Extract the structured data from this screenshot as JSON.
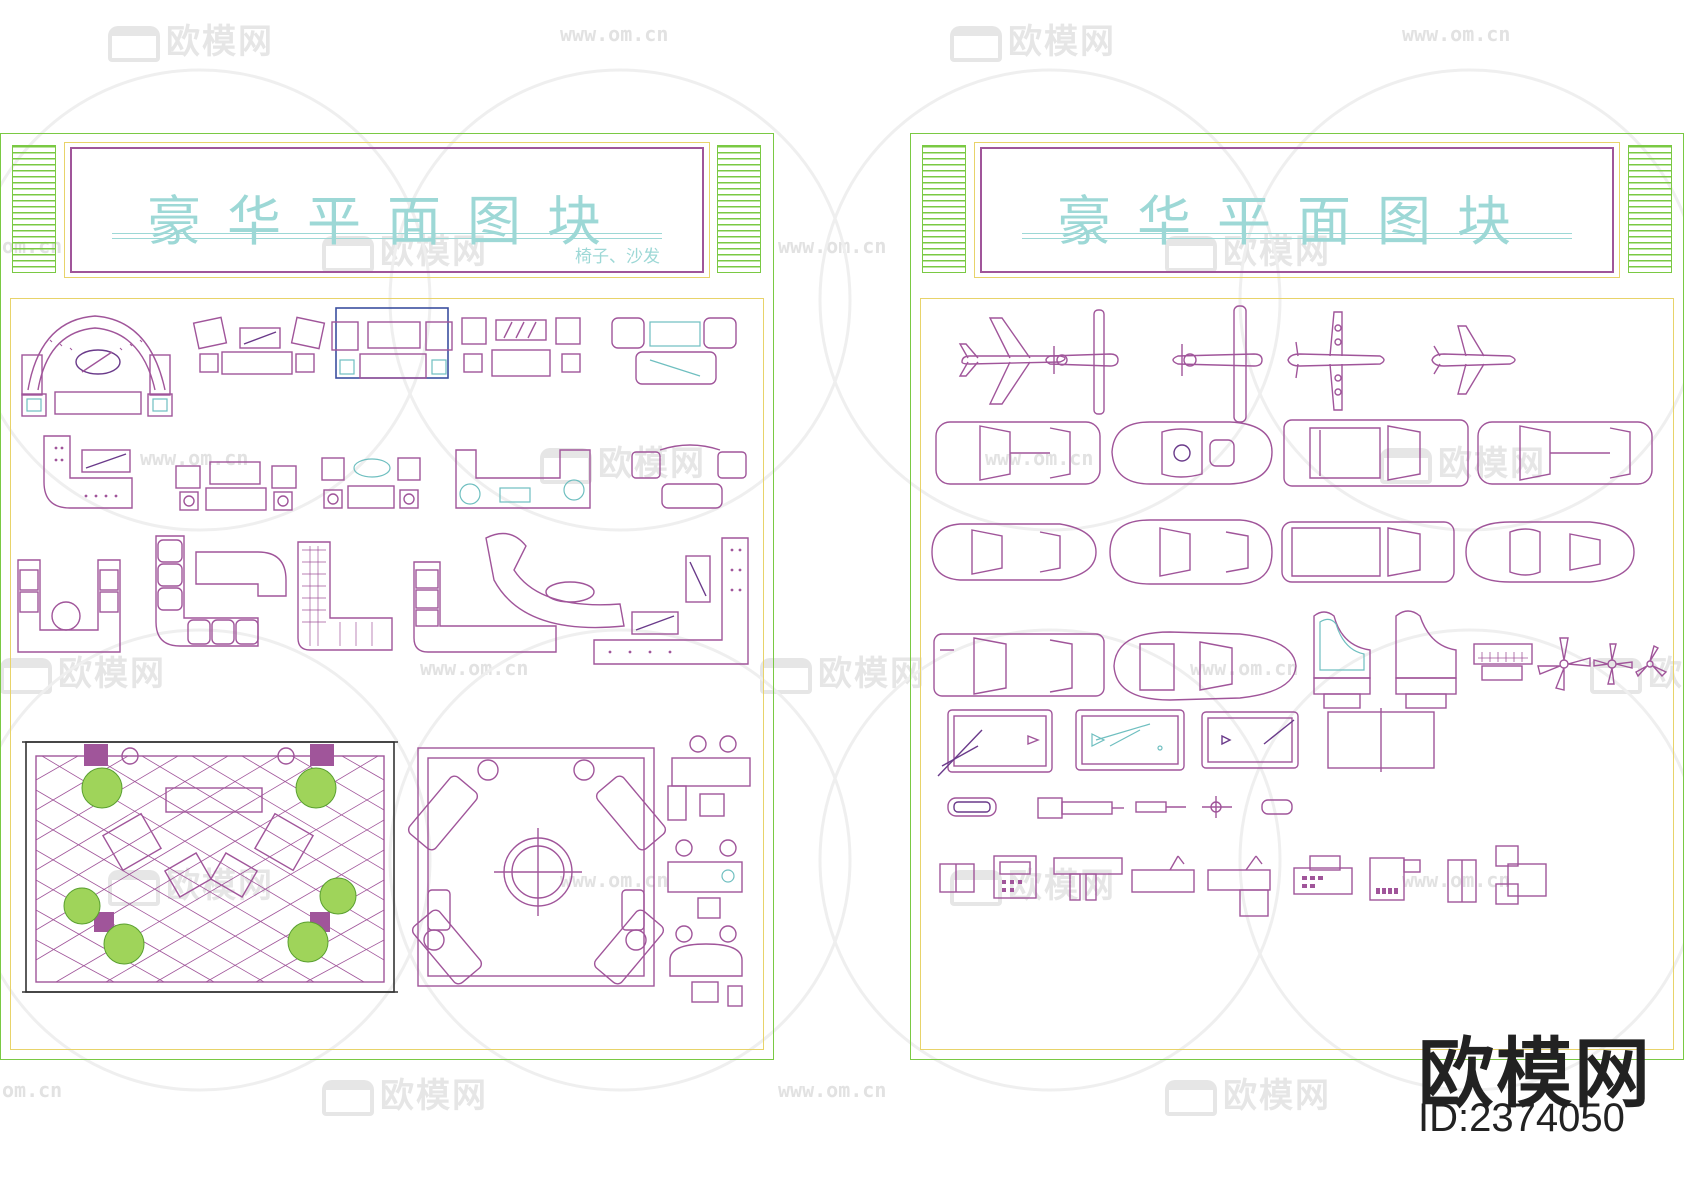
{
  "watermarks": {
    "logo_text": "欧模网",
    "url_text": "www.om.cn",
    "partial_url_text": "om.cn"
  },
  "left_sheet": {
    "title": "豪华平面图块",
    "subtitle": "椅子、沙发"
  },
  "right_sheet": {
    "title": "豪华平面图块"
  },
  "stamp": {
    "brand": "欧模网",
    "id": "ID:2374050"
  },
  "colors": {
    "frame_green": "#7ac943",
    "band_yellow": "#e8d36a",
    "drawing_purple": "#a0559a",
    "title_cyan": "#9dd8d6",
    "plant_green": "#9fd45a"
  },
  "icons": [
    "sofa-watermark-icon"
  ]
}
